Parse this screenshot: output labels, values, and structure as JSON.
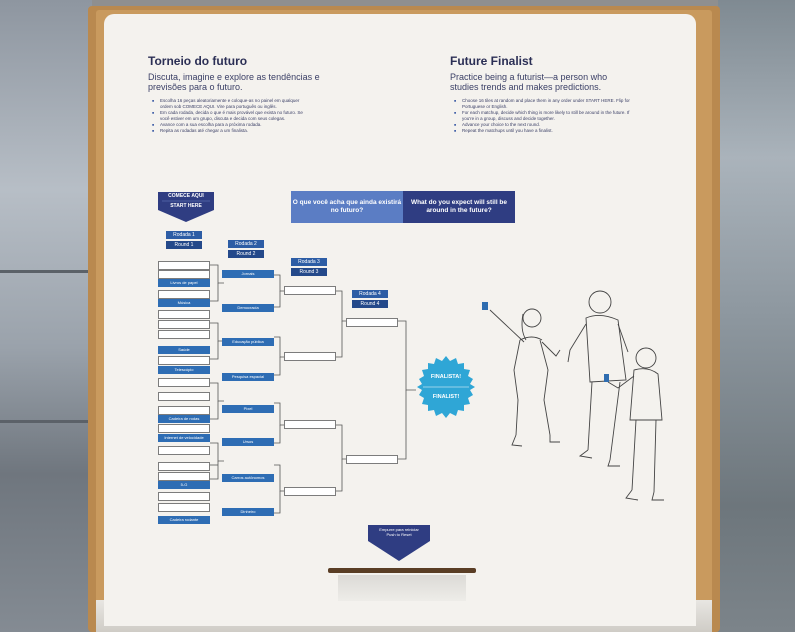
{
  "left_heading": {
    "title": "Torneio do futuro",
    "subtitle": "Discuta, imagine e explore as tendências e previsões para o futuro.",
    "rules": [
      "Escolha 16 peças aleatoriamente e coloque-as no painel em qualquer ordem sob COMECE AQUI. Vire para português ou inglês.",
      "Em cada rodada, decida o que é mais provável que exista no futuro. Se você estiver em um grupo, discuta e decida com seus colegas.",
      "Avance com a sua escolha para a próxima rodada.",
      "Repita as rodadas até chegar a um finalista."
    ]
  },
  "right_heading": {
    "title": "Future Finalist",
    "subtitle": "Practice being a futurist—a person who studies trends and makes predictions.",
    "rules": [
      "Choose 16 tiles at random and place them in any order under START HERE. Flip for Portuguese or English.",
      "For each matchup, decide which thing is more likely to still be around in the future. If you're in a group, discuss and decide together.",
      "Advance your choice to the next round.",
      "Repeat the matchups until you have a finalist."
    ]
  },
  "question": {
    "pt": "O que você acha que ainda existirá no futuro?",
    "en": "What do you expect will still be around in the future?"
  },
  "start": {
    "pt": "COMECE AQUI",
    "en": "START HERE"
  },
  "rounds": [
    {
      "pt": "Rodada 1",
      "en": "Round 1"
    },
    {
      "pt": "Rodada 2",
      "en": "Round 2"
    },
    {
      "pt": "Rodada 3",
      "en": "Round 3"
    },
    {
      "pt": "Rodada 4",
      "en": "Round 4"
    }
  ],
  "tiles_round1": [
    "Livros de papel",
    "Música",
    "Saúde",
    "Telescópio",
    "Cadeira de rodas",
    "Internet de velocidade",
    "5-G",
    "Cadeira rodante"
  ],
  "tiles_round2": [
    "Jornais",
    "Democracia",
    "Educação pública",
    "Pesquisa espacial",
    "Pixel",
    "Ursos",
    "Carros autônomos",
    "Dinheiro"
  ],
  "finalist": {
    "pt": "FINALISTA!",
    "en": "FINALIST!"
  },
  "push": {
    "pt": "Empurre para reiniciar",
    "en": "Push to Reset"
  },
  "colors": {
    "accent": "#2e6db4",
    "navy": "#2f3d82",
    "badge": "#2fa6d6",
    "frame": "#b9894f"
  }
}
